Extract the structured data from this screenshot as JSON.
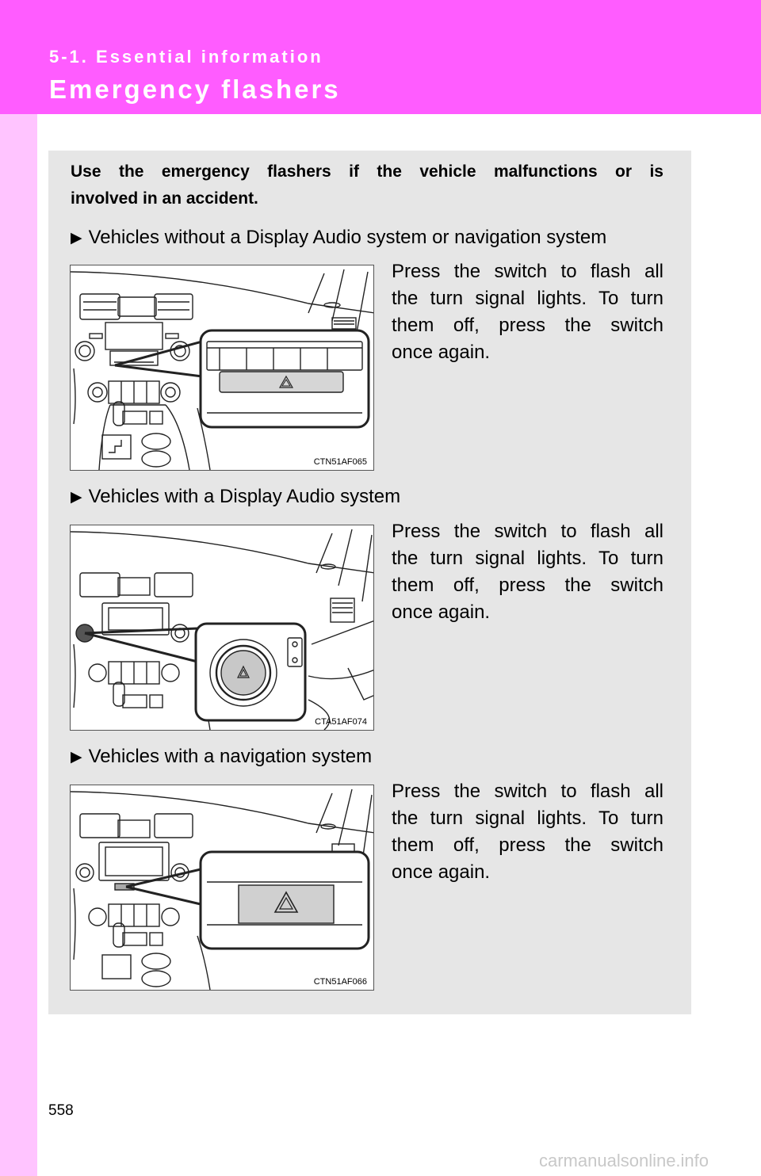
{
  "header": {
    "section": "5-1. Essential information",
    "title": "Emergency flashers"
  },
  "intro": {
    "line1": "Use the emergency flashers if the vehicle malfunctions or is",
    "line2": "involved in an accident."
  },
  "sections": [
    {
      "heading": "Vehicles without a Display Audio system or navigation system",
      "instruction_lines": [
        "Press the switch to flash all",
        "the turn signal lights. To turn",
        "them off, press the switch",
        "once again."
      ],
      "figure_code": "CTN51AF065"
    },
    {
      "heading": "Vehicles with a Display Audio system",
      "instruction_lines": [
        "Press the switch to flash all",
        "the turn signal lights. To turn",
        "them off, press the switch",
        "once again."
      ],
      "figure_code": "CTA51AF074"
    },
    {
      "heading": "Vehicles with a navigation system",
      "instruction_lines": [
        "Press the switch to flash all",
        "the turn signal lights. To turn",
        "them off, press the switch",
        "once again."
      ],
      "figure_code": "CTN51AF066"
    }
  ],
  "page_number": "558",
  "watermark": "carmanualsonline.info",
  "colors": {
    "header": "#ff5cff",
    "sidebar": "#ffc4ff",
    "content_bg": "#e6e6e6"
  },
  "icons": [
    "arrow-right-icon",
    "hazard-triangle-icon"
  ]
}
